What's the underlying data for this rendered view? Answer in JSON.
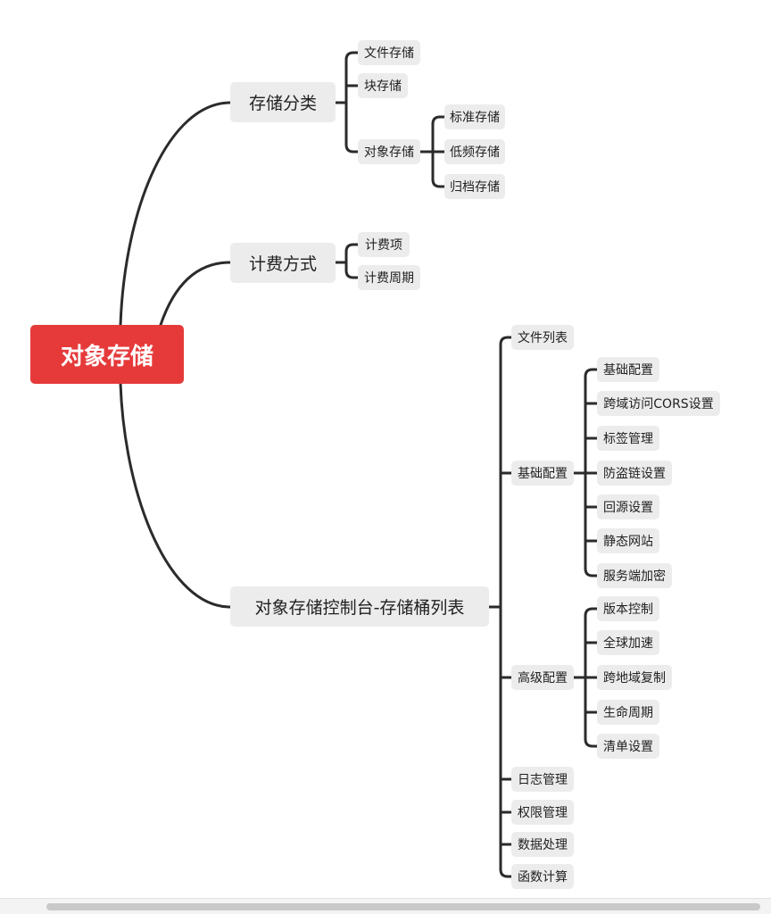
{
  "mindmap": {
    "root": "对象存储",
    "branches": [
      {
        "label": "存储分类",
        "children": [
          {
            "label": "文件存储"
          },
          {
            "label": "块存储"
          },
          {
            "label": "对象存储",
            "children": [
              {
                "label": "标准存储"
              },
              {
                "label": "低频存储"
              },
              {
                "label": "归档存储"
              }
            ]
          }
        ]
      },
      {
        "label": "计费方式",
        "children": [
          {
            "label": "计费项"
          },
          {
            "label": "计费周期"
          }
        ]
      },
      {
        "label": "对象存储控制台-存储桶列表",
        "children": [
          {
            "label": "文件列表"
          },
          {
            "label": "基础配置",
            "children": [
              {
                "label": "基础配置"
              },
              {
                "label": "跨域访问CORS设置"
              },
              {
                "label": "标签管理"
              },
              {
                "label": "防盗链设置"
              },
              {
                "label": "回源设置"
              },
              {
                "label": "静态网站"
              },
              {
                "label": "服务端加密"
              }
            ]
          },
          {
            "label": "高级配置",
            "children": [
              {
                "label": "版本控制"
              },
              {
                "label": "全球加速"
              },
              {
                "label": "跨地域复制"
              },
              {
                "label": "生命周期"
              },
              {
                "label": "清单设置"
              }
            ]
          },
          {
            "label": "日志管理"
          },
          {
            "label": "权限管理"
          },
          {
            "label": "数据处理"
          },
          {
            "label": "函数计算"
          }
        ]
      }
    ]
  },
  "colors": {
    "root": "#e63a3a",
    "node": "#ececec",
    "line": "#2b2b2b"
  }
}
